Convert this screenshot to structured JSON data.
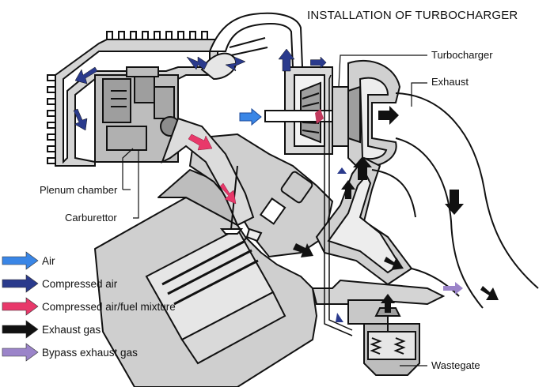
{
  "title": "INSTALLATION OF TURBOCHARGER",
  "labels": {
    "turbocharger": "Turbocharger",
    "exhaust": "Exhaust",
    "plenum_chamber": "Plenum chamber",
    "carburettor": "Carburettor",
    "wastegate": "Wastegate"
  },
  "legend": [
    {
      "label": "Air",
      "color": "#3a86e6"
    },
    {
      "label": "Compressed air",
      "color": "#2a3a8c"
    },
    {
      "label": "Compressed air/fuel mixture",
      "color": "#e8386a"
    },
    {
      "label": "Exhaust gas",
      "color": "#111111"
    },
    {
      "label": "Bypass exhaust gas",
      "color": "#9b84c9"
    }
  ]
}
